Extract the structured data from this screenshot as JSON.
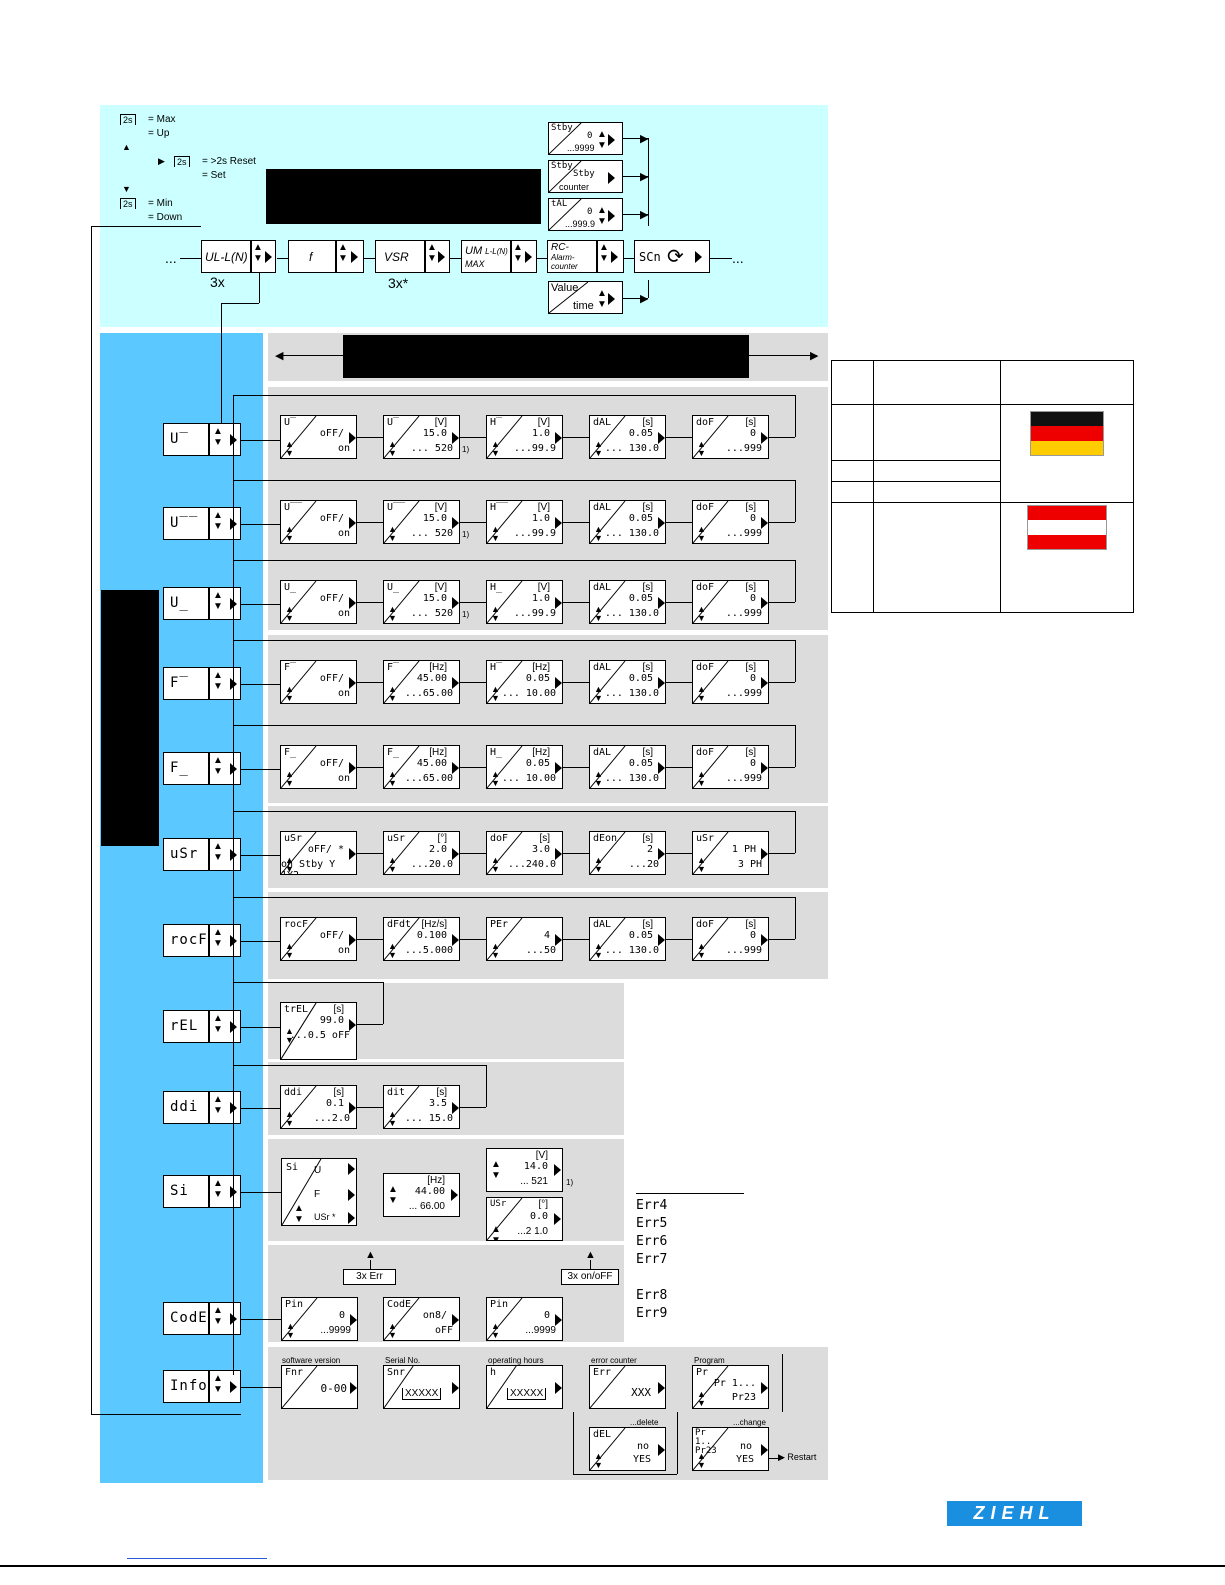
{
  "legend": {
    "max": "= Max",
    "up": "= Up",
    "reset": "= >2s Reset",
    "set": "= Set",
    "min": "= Min",
    "down": "= Down",
    "two_s": "2s"
  },
  "top_row": {
    "ulln": "UL-L(N)",
    "ulln_count": "3x",
    "f": "f",
    "vsr": "VSR",
    "vsr_count": "3x*",
    "um": "UM",
    "um_sub": "L-L(N)",
    "um_max": "MAX",
    "rc": "RC-",
    "rc_sub1": "Alarm-",
    "rc_sub2": "counter",
    "scn": "SCn",
    "lead": "...",
    "trail": "...",
    "value_time_1": "Value",
    "value_time_2": "time"
  },
  "side_stack": [
    {
      "name": "Stby",
      "v1": "0",
      "v2": "...9999"
    },
    {
      "name": "Stby",
      "v1": "Stby",
      "v2": "counter"
    },
    {
      "name": "tAL",
      "v1": "0",
      "v2": "...999.9"
    }
  ],
  "menus": [
    "U‾",
    "U‾‾",
    "U_",
    "F‾",
    "F_",
    "uSr",
    "rocF",
    "rEL",
    "ddi",
    "Si",
    "CodE",
    "Info"
  ],
  "rows": [
    {
      "params": [
        {
          "name": "U‾",
          "unit": "",
          "v1": "oFF/",
          "v2": "on"
        },
        {
          "name": "U‾",
          "unit": "[V]",
          "v1": "15.0",
          "v2": "... 520"
        },
        {
          "name": "H‾",
          "unit": "[V]",
          "v1": "1.0",
          "v2": "...99.9"
        },
        {
          "name": "dAL",
          "unit": "[s]",
          "v1": "0.05",
          "v2": "... 130.0"
        },
        {
          "name": "doF",
          "unit": "[s]",
          "v1": "0",
          "v2": "...999"
        }
      ]
    },
    {
      "params": [
        {
          "name": "U‾‾",
          "unit": "",
          "v1": "oFF/",
          "v2": "on"
        },
        {
          "name": "U‾‾",
          "unit": "[V]",
          "v1": "15.0",
          "v2": "... 520"
        },
        {
          "name": "H‾‾",
          "unit": "[V]",
          "v1": "1.0",
          "v2": "...99.9"
        },
        {
          "name": "dAL",
          "unit": "[s]",
          "v1": "0.05",
          "v2": "... 130.0"
        },
        {
          "name": "doF",
          "unit": "[s]",
          "v1": "0",
          "v2": "...999"
        }
      ]
    },
    {
      "params": [
        {
          "name": "U_",
          "unit": "",
          "v1": "oFF/",
          "v2": "on"
        },
        {
          "name": "U_",
          "unit": "[V]",
          "v1": "15.0",
          "v2": "... 520"
        },
        {
          "name": "H_",
          "unit": "[V]",
          "v1": "1.0",
          "v2": "...99.9"
        },
        {
          "name": "dAL",
          "unit": "[s]",
          "v1": "0.05",
          "v2": "... 130.0"
        },
        {
          "name": "doF",
          "unit": "[s]",
          "v1": "0",
          "v2": "...999"
        }
      ]
    },
    {
      "params": [
        {
          "name": "F‾",
          "unit": "",
          "v1": "oFF/",
          "v2": "on"
        },
        {
          "name": "F‾",
          "unit": "[Hz]",
          "v1": "45.00",
          "v2": "...65.00"
        },
        {
          "name": "H‾",
          "unit": "[Hz]",
          "v1": "0.05",
          "v2": "... 10.00"
        },
        {
          "name": "dAL",
          "unit": "[s]",
          "v1": "0.05",
          "v2": "... 130.0"
        },
        {
          "name": "doF",
          "unit": "[s]",
          "v1": "0",
          "v2": "...999"
        }
      ]
    },
    {
      "params": [
        {
          "name": "F_",
          "unit": "",
          "v1": "oFF/",
          "v2": "on"
        },
        {
          "name": "F_",
          "unit": "[Hz]",
          "v1": "45.00",
          "v2": "...65.00"
        },
        {
          "name": "H_",
          "unit": "[Hz]",
          "v1": "0.05",
          "v2": "... 10.00"
        },
        {
          "name": "dAL",
          "unit": "[s]",
          "v1": "0.05",
          "v2": "... 130.0"
        },
        {
          "name": "doF",
          "unit": "[s]",
          "v1": "0",
          "v2": "...999"
        }
      ]
    },
    {
      "params": [
        {
          "name": "uSr",
          "unit": "",
          "v1": "oFF/ *",
          "v2": "on Stby Y 1Y2"
        },
        {
          "name": "uSr",
          "unit": "[°]",
          "v1": "2.0",
          "v2": "...20.0"
        },
        {
          "name": "doF",
          "unit": "[s]",
          "v1": "3.0",
          "v2": "...240.0"
        },
        {
          "name": "dEon",
          "unit": "[s]",
          "v1": "2",
          "v2": "...20"
        },
        {
          "name": "uSr",
          "unit": "",
          "v1": "1 PH",
          "v2": "3 PH"
        }
      ]
    },
    {
      "params": [
        {
          "name": "rocF",
          "unit": "",
          "v1": "oFF/",
          "v2": "on"
        },
        {
          "name": "dFdt",
          "unit": "[Hz/s]",
          "v1": "0.100",
          "v2": "...5.000"
        },
        {
          "name": "PEr",
          "unit": "",
          "v1": "4",
          "v2": "...50"
        },
        {
          "name": "dAL",
          "unit": "[s]",
          "v1": "0.05",
          "v2": "... 130.0"
        },
        {
          "name": "doF",
          "unit": "[s]",
          "v1": "0",
          "v2": "...999"
        }
      ]
    },
    {
      "params": [
        {
          "name": "trEL",
          "unit": "[s]",
          "v1": "99.0",
          "v2": "...0.5 oFF"
        }
      ]
    },
    {
      "params": [
        {
          "name": "ddi",
          "unit": "[s]",
          "v1": "0.1",
          "v2": "...2.0"
        },
        {
          "name": "dit",
          "unit": "[s]",
          "v1": "3.5",
          "v2": "... 15.0"
        }
      ]
    }
  ],
  "si": {
    "name": "Si",
    "opt_u": "U",
    "opt_f": "F",
    "opt_usr": "USr *",
    "hz_unit": "[Hz]",
    "hz_v1": "44.00",
    "hz_v2": "... 66.00",
    "v_unit": "[V]",
    "v_v1": "14.0",
    "v_v2": "... 521",
    "usr_name": "USr",
    "usr_unit": "[°]",
    "usr_v1": "0.0",
    "usr_v2": "...2 1.0",
    "foot": "1)"
  },
  "code": {
    "pin1_name": "Pin",
    "pin1_v1": "0",
    "pin1_v2": "...9999",
    "code_name": "CodE",
    "code_v1": "on8/",
    "code_v2": "oFF",
    "pin2_name": "Pin",
    "pin2_v1": "0",
    "pin2_v2": "...9999",
    "label_err": "3x Err",
    "label_onoff": "3x on/oFF"
  },
  "info": {
    "sw_label": "software version",
    "sw_name": "Fnr",
    "sw_val": "0-00",
    "sn_label": "Serial No.",
    "sn_name": "Snr",
    "sn_val": "XXXXX",
    "oh_label": "operating hours",
    "oh_name": "h",
    "oh_val": "XXXXX",
    "ec_label": "error counter",
    "ec_name": "Err",
    "ec_val": "XXX",
    "pr_label": "Program",
    "pr_name": "Pr",
    "pr_v1": "Pr 1...",
    "pr_v2": "Pr23",
    "del_label": "...delete",
    "del_name": "dEL",
    "del_v1": "no",
    "del_v2": "YES",
    "chg_label": "...change",
    "chg_name": "Pr 1.. Pr23",
    "chg_v1": "no",
    "chg_v2": "YES",
    "restart": "Restart"
  },
  "errors": [
    "Err4",
    "Err5",
    "Err6",
    "Err7",
    "Err8",
    "Err9"
  ],
  "footnote_mark": "1)",
  "brand": "ZIEHL",
  "colors": {
    "top_bg": "#ccffff",
    "left_col": "#5bc8ff",
    "band": "#dcdcdc",
    "brand": "#1a8fe0"
  }
}
